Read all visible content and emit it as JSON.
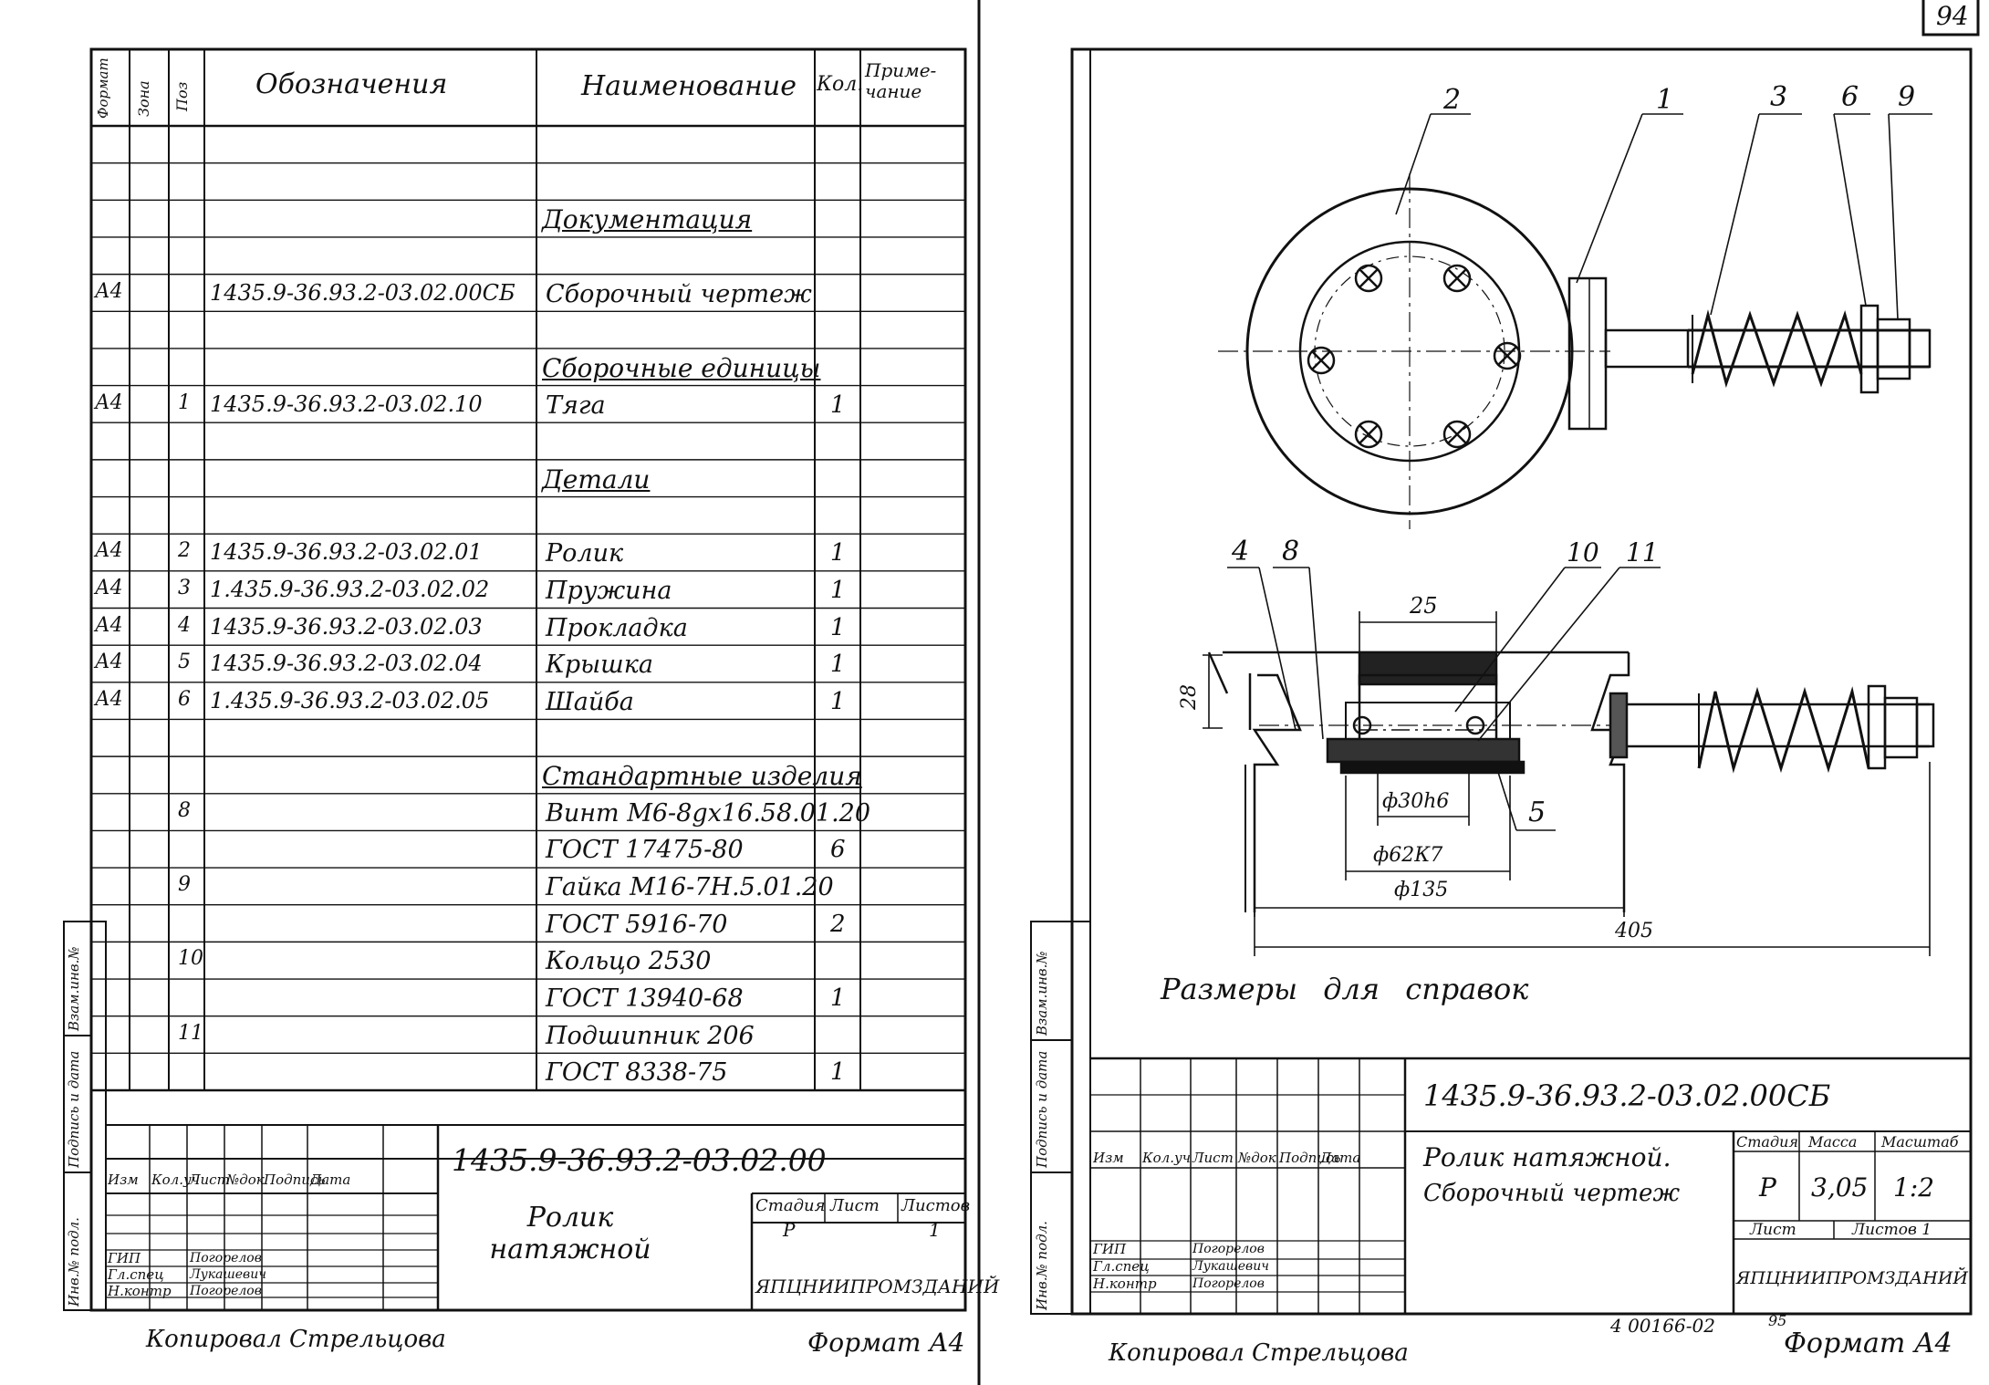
{
  "page_number": "94",
  "left_sheet": {
    "headers": {
      "format": "Формат",
      "zone": "Зона",
      "pos": "Поз",
      "designation": "Обозначения",
      "name": "Наименование",
      "qty": "Кол.",
      "note": "Приме-чание"
    },
    "rows": [
      {
        "format": "",
        "pos": "",
        "designation": "",
        "name": "Документация",
        "qty": "",
        "section": true
      },
      {
        "format": "А4",
        "pos": "",
        "designation": "1435.9-36.93.2-03.02.00СБ",
        "name": "Сборочный чертеж",
        "qty": ""
      },
      {
        "format": "",
        "pos": "",
        "designation": "",
        "name": "Сборочные единицы",
        "qty": "",
        "section": true
      },
      {
        "format": "А4",
        "pos": "1",
        "designation": "1435.9-36.93.2-03.02.10",
        "name": "Тяга",
        "qty": "1"
      },
      {
        "format": "",
        "pos": "",
        "designation": "",
        "name": "Детали",
        "qty": "",
        "section": true
      },
      {
        "format": "А4",
        "pos": "2",
        "designation": "1435.9-36.93.2-03.02.01",
        "name": "Ролик",
        "qty": "1"
      },
      {
        "format": "А4",
        "pos": "3",
        "designation": "1.435.9-36.93.2-03.02.02",
        "name": "Пружина",
        "qty": "1"
      },
      {
        "format": "А4",
        "pos": "4",
        "designation": "1435.9-36.93.2-03.02.03",
        "name": "Прокладка",
        "qty": "1"
      },
      {
        "format": "А4",
        "pos": "5",
        "designation": "1435.9-36.93.2-03.02.04",
        "name": "Крышка",
        "qty": "1"
      },
      {
        "format": "А4",
        "pos": "6",
        "designation": "1.435.9-36.93.2-03.02.05",
        "name": "Шайба",
        "qty": "1"
      },
      {
        "format": "",
        "pos": "",
        "designation": "",
        "name": "Стандартные изделия",
        "qty": "",
        "section": true
      },
      {
        "format": "",
        "pos": "8",
        "designation": "",
        "name": "Винт М6-8gх16.58.01.20",
        "qty": ""
      },
      {
        "format": "",
        "pos": "",
        "designation": "",
        "name": "ГОСТ 17475-80",
        "qty": "6"
      },
      {
        "format": "",
        "pos": "9",
        "designation": "",
        "name": "Гайка М16-7Н.5.01.20",
        "qty": ""
      },
      {
        "format": "",
        "pos": "",
        "designation": "",
        "name": "ГОСТ 5916-70",
        "qty": "2"
      },
      {
        "format": "",
        "pos": "10",
        "designation": "",
        "name": "Кольцо 2530",
        "qty": ""
      },
      {
        "format": "",
        "pos": "",
        "designation": "",
        "name": "ГОСТ 13940-68",
        "qty": "1"
      },
      {
        "format": "",
        "pos": "11",
        "designation": "",
        "name": "Подшипник 206",
        "qty": ""
      },
      {
        "format": "",
        "pos": "",
        "designation": "",
        "name": "ГОСТ 8338-75",
        "qty": "1"
      }
    ],
    "title_block": {
      "doc_number": "1435.9-36.93.2-03.02.00",
      "title": "Ролик натяжной",
      "col_headers": [
        "Изм",
        "Кол.уч",
        "Лист",
        "№док",
        "Подпись",
        "Дата"
      ],
      "roles": [
        "ГИП",
        "Гл.спец",
        "Н.контр"
      ],
      "names": [
        "Погорелов",
        "Лукашевич",
        "Погорелов"
      ],
      "stage_label": "Стадия",
      "sheet_label": "Лист",
      "sheets_label": "Листов",
      "stage": "Р",
      "sheets": "1",
      "org": "ЯПЦНИИПРОМЗДАНИЙ"
    },
    "side_labels": [
      "Инв.№ подл.",
      "Подпись и дата",
      "Взам.инв.№"
    ],
    "copied_by": "Копировал Стрельцова",
    "format": "Формат А4"
  },
  "right_sheet": {
    "callouts": [
      "2",
      "1",
      "3",
      "6",
      "9",
      "4",
      "8",
      "10",
      "11",
      "5"
    ],
    "dimensions": {
      "d25": "25",
      "d28": "28",
      "d30": "ф30h6",
      "d62": "ф62К7",
      "d135": "ф135",
      "d405": "405"
    },
    "note": "Размеры для справок",
    "title_block": {
      "doc_number": "1435.9-36.93.2-03.02.00СБ",
      "title_line1": "Ролик натяжной.",
      "title_line2": "Сборочный чертеж",
      "col_headers": [
        "Изм",
        "Кол.уч",
        "Лист",
        "№док",
        "Подпись",
        "Дата"
      ],
      "roles": [
        "ГИП",
        "Гл.спец",
        "Н.контр"
      ],
      "names": [
        "Погорелов",
        "Лукашевич",
        "Погорелов"
      ],
      "stage_label": "Стадия",
      "mass_label": "Масса",
      "scale_label": "Масштаб",
      "stage": "Р",
      "mass": "3,05",
      "scale": "1:2",
      "sheet_label": "Лист",
      "sheets_label": "Листов 1",
      "org": "ЯПЦНИИПРОМЗДАНИЙ"
    },
    "side_labels": [
      "Инв.№ подл.",
      "Подпись и дата",
      "Взам.инв.№"
    ],
    "copied_by": "Копировал Стрельцова",
    "archive_code": "4 00166-02",
    "archive_sheet": "95",
    "format": "Формат А4"
  }
}
